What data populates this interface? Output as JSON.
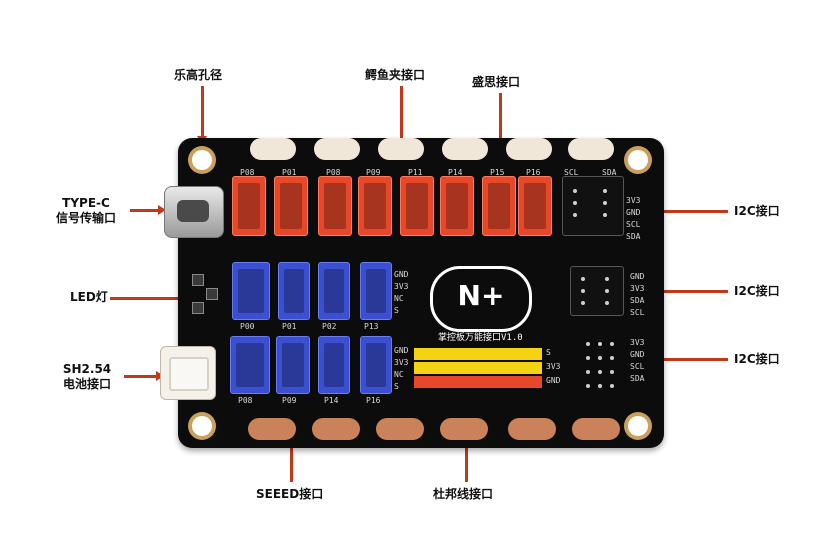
{
  "labels": {
    "hole_diameter": "乐高孔径",
    "alligator_clip": "鳄鱼夹接口",
    "shengsi": "盛思接口",
    "type_c_line1": "TYPE-C",
    "type_c_line2": "信号传输口",
    "led": "LED灯",
    "sh254_line1": "SH2.54",
    "sh254_line2": "电池接口",
    "i2c_1": "I2C接口",
    "i2c_2": "I2C接口",
    "i2c_3": "I2C接口",
    "seeed": "SEEED接口",
    "dupont": "杜邦线接口"
  },
  "board": {
    "logo": "N+",
    "subtitle": "掌控板万能接口V1.0",
    "silk_top_red": [
      "P08",
      "P01",
      "P08",
      "P09",
      "P11",
      "P14",
      "P15",
      "P16",
      "SCL",
      "SDA"
    ],
    "silk_side_blue_top": [
      "GND",
      "3V3",
      "NC",
      "S"
    ],
    "silk_side_blue_bottom": [
      "GND",
      "3V3",
      "NC",
      "S"
    ],
    "silk_blue_top": [
      "P00",
      "P01",
      "P02",
      "P13"
    ],
    "silk_blue_bottom": [
      "P08",
      "P09",
      "P14",
      "P16"
    ],
    "silk_i2c_1": [
      "3V3",
      "GND",
      "SCL",
      "SDA"
    ],
    "silk_i2c_2": [
      "GND",
      "3V3",
      "SDA",
      "SCL"
    ],
    "silk_i2c_3": [
      "3V3",
      "GND",
      "SCL",
      "SDA"
    ],
    "silk_dupont": [
      "S",
      "3V3",
      "GND"
    ]
  },
  "colors": {
    "accent_arrow": "#c0391b",
    "board": "#0c0c0c",
    "red_connector": "#e8482a",
    "blue_connector": "#3b4fd1",
    "yellow_pins": "#f4d312",
    "copper_pad": "#c9825a"
  }
}
